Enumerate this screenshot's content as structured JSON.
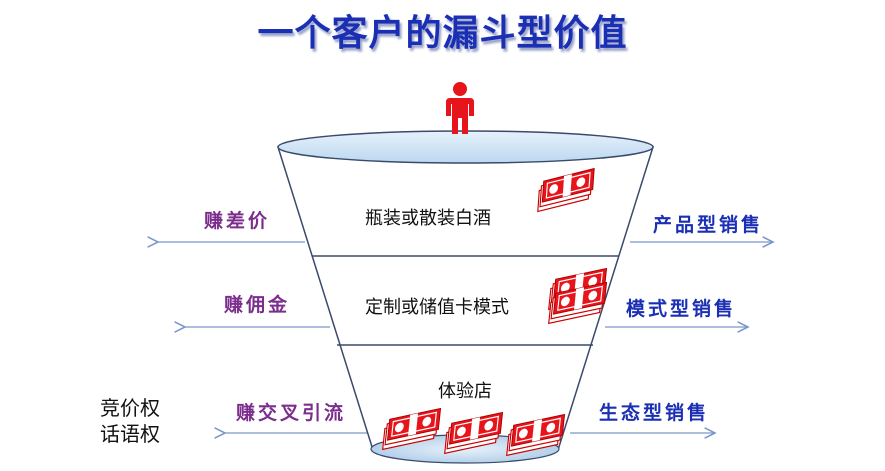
{
  "title": "一个客户的漏斗型价值",
  "funnel_levels": [
    {
      "label": "瓶装或散装白酒",
      "left_label": "赚差价",
      "right_label": "产品型销售"
    },
    {
      "label": "定制或储值卡模式",
      "left_label": "赚佣金",
      "right_label": "模式型销售"
    },
    {
      "label": "体验店",
      "left_label": "赚交叉引流",
      "right_label": "生态型销售"
    }
  ],
  "rights": [
    "竞价权",
    "话语权"
  ],
  "icons": {
    "person": "person-icon",
    "money": "money-stack-icon"
  },
  "colors": {
    "title": "#1b2fb5",
    "left_labels": "#7b2e8c",
    "right_labels": "#1b2fb5",
    "person": "#e8141b",
    "money": "#e8141b",
    "arrows": "#7b97c9",
    "funnel_top": "#cfe4f5"
  }
}
